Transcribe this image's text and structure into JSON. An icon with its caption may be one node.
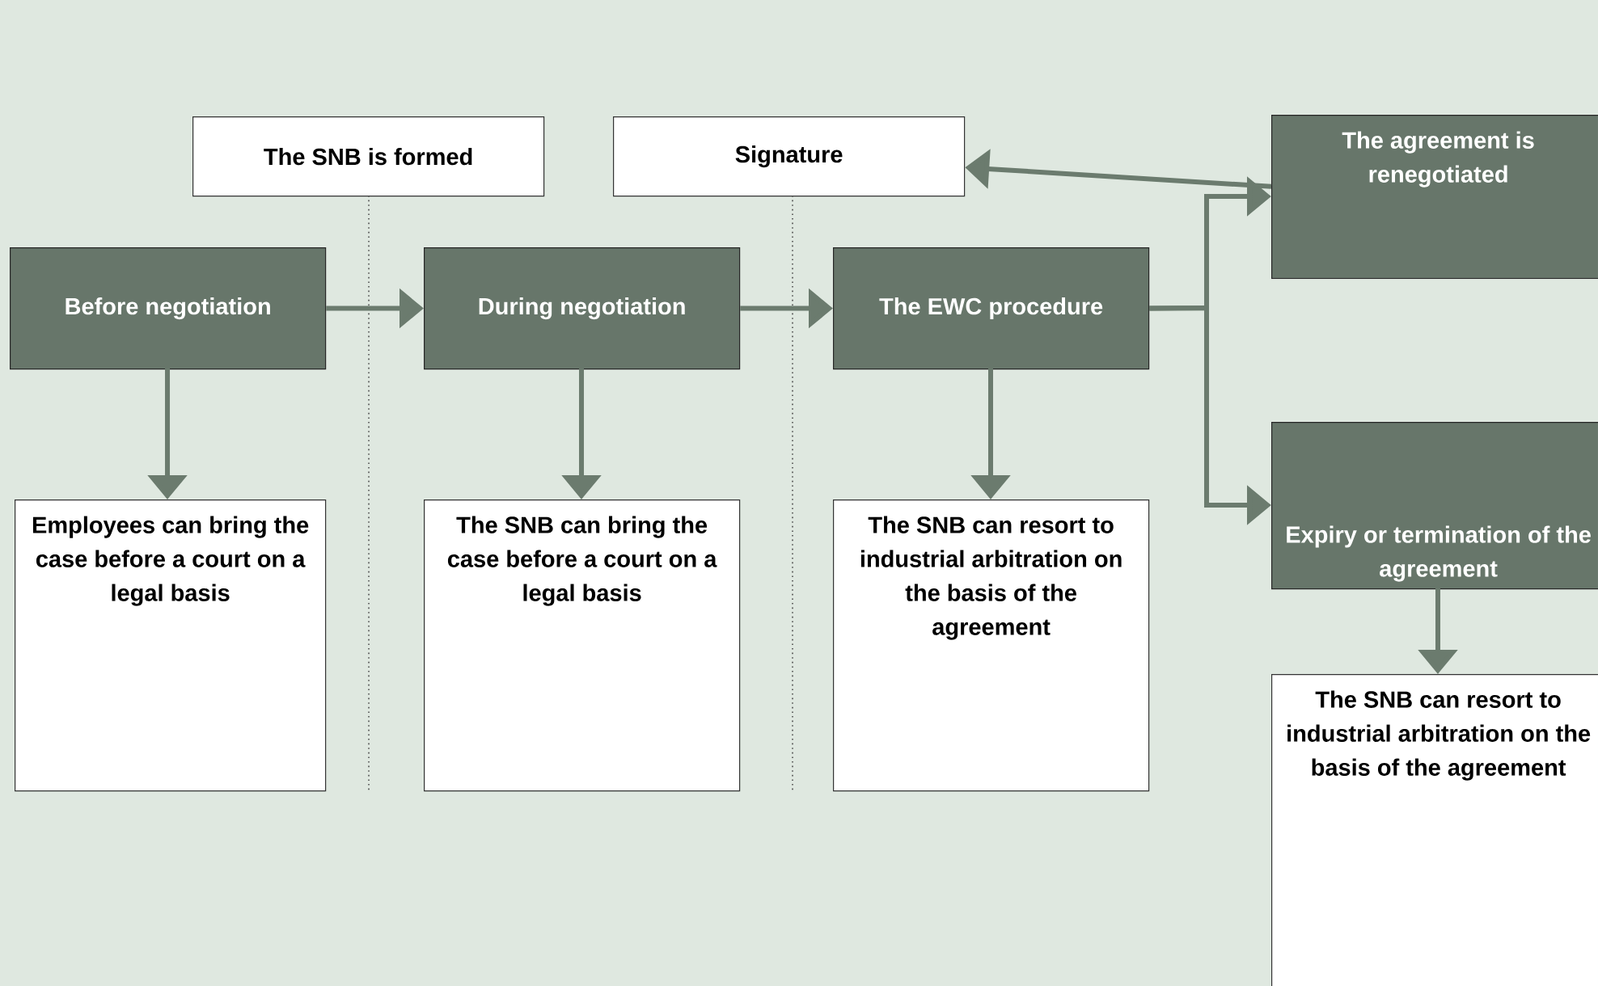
{
  "diagram": {
    "nodes": [
      {
        "text": [
          "The SNB is formed"
        ]
      },
      {
        "text": [
          "Signature"
        ]
      },
      {
        "text": [
          "Before negotiation"
        ]
      },
      {
        "text": [
          "During negotiation"
        ]
      },
      {
        "text": [
          "The EWC procedure"
        ]
      },
      {
        "text": [
          "The agreement is renegotiated"
        ]
      },
      {
        "text": [
          "Expiry or termination of the agreement"
        ]
      },
      {
        "text": [
          "Employees can bring the case before a court on a legal basis"
        ]
      },
      {
        "text": [
          "The SNB can bring the case before a court on a legal basis"
        ]
      },
      {
        "text": [
          "The SNB can resort to industrial arbitration on the basis of the agreement"
        ]
      },
      {
        "text": [
          "The SNB can resort to industrial arbitration on the basis of the agreement"
        ]
      }
    ],
    "edges": [
      {
        "from": 2,
        "to": 3,
        "arrow": "to"
      },
      {
        "from": 3,
        "to": 4,
        "arrow": "to"
      },
      {
        "from": 4,
        "to": 5,
        "arrow": "to"
      },
      {
        "from": 4,
        "to": 6,
        "arrow": "to"
      },
      {
        "from": 5,
        "to": 1,
        "arrow": "to"
      },
      {
        "from": 2,
        "to": 7,
        "arrow": "to"
      },
      {
        "from": 3,
        "to": 8,
        "arrow": "to"
      },
      {
        "from": 4,
        "to": 9,
        "arrow": "to"
      },
      {
        "from": 6,
        "to": 10,
        "arrow": "to"
      }
    ]
  }
}
